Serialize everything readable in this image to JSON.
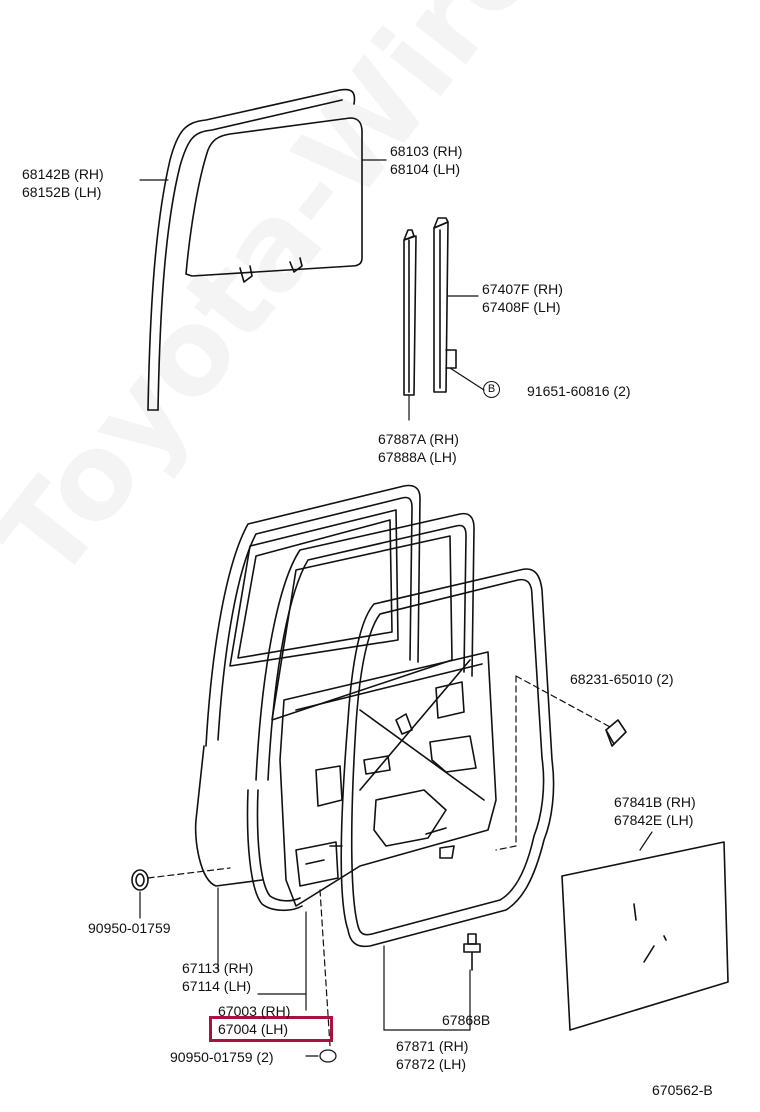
{
  "watermark": "Toyota-Wire.ru",
  "highlight_color": "#a8123f",
  "figure_code": "670562-B",
  "bolt_symbol": "B",
  "labels": {
    "frame_rh": "68142B (RH)",
    "frame_lh": "68152B (LH)",
    "glass_rh": "68103 (RH)",
    "glass_lh": "68104 (LH)",
    "channel_rh": "67407F (RH)",
    "channel_lh": "67408F (LH)",
    "bolt": "91651-60816 (2)",
    "run_rh": "67887A (RH)",
    "run_lh": "67888A (LH)",
    "clip": "68231-65010 (2)",
    "cover_rh": "67841B (RH)",
    "cover_lh": "67842E (LH)",
    "plug_a": "90950-01759",
    "seal_rh": "67113 (RH)",
    "seal_lh": "67114 (LH)",
    "door_rh": "67003 (RH)",
    "door_lh": "67004 (LH)",
    "plug_b": "90950-01759 (2)",
    "screw": "67868B",
    "weather_rh": "67871 (RH)",
    "weather_lh": "67872 (LH)"
  }
}
